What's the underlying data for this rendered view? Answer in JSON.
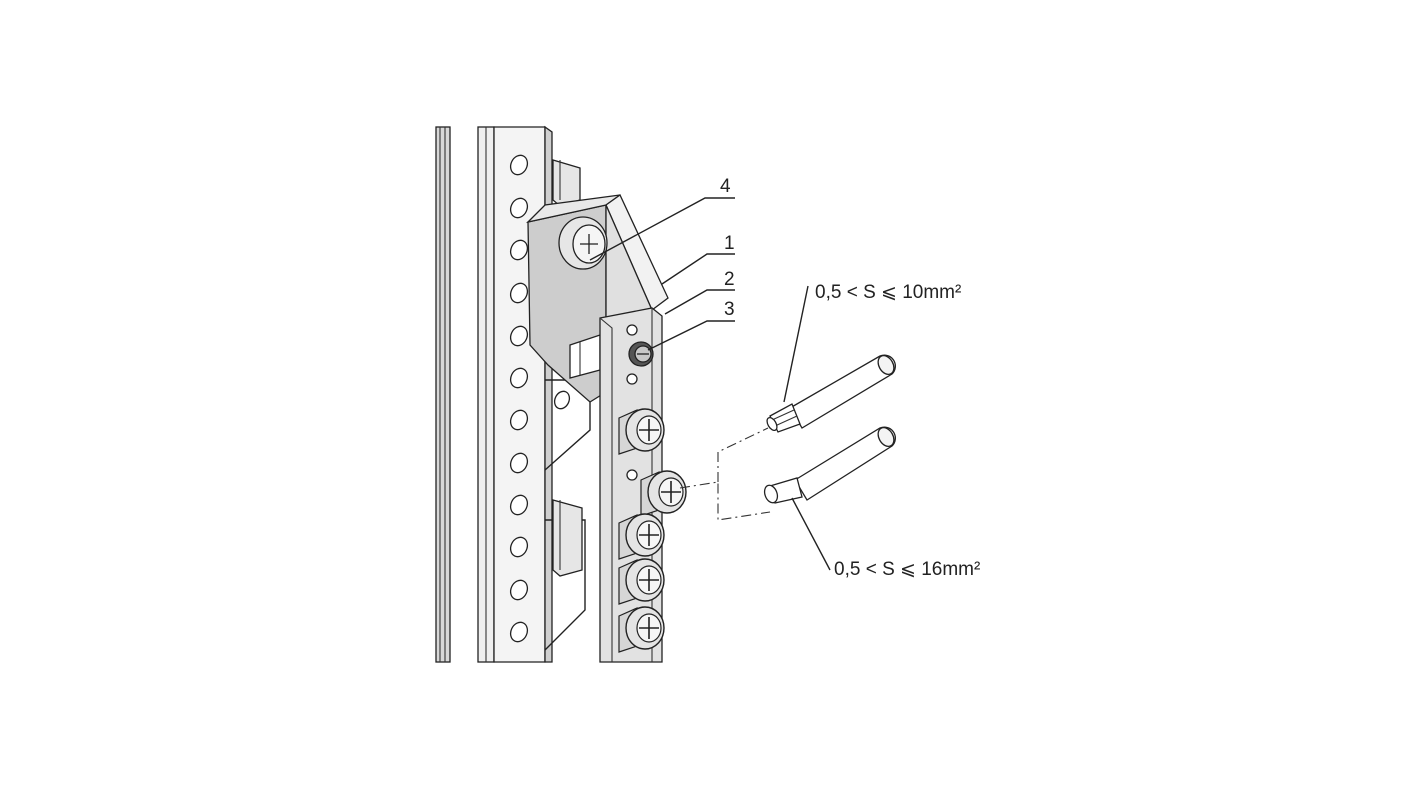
{
  "callouts": {
    "part_1": "1",
    "part_2": "2",
    "part_3": "3",
    "part_4": "4"
  },
  "specs": {
    "upper_wire": "0,5 < S ⩽ 10mm²",
    "lower_wire": "0,5 < S ⩽ 16mm²"
  },
  "colors": {
    "line": "#222222",
    "metal_light": "#e4e4e4",
    "metal_mid": "#c9c9c9",
    "metal_dark": "#9a9a9a",
    "background": "#ffffff"
  }
}
